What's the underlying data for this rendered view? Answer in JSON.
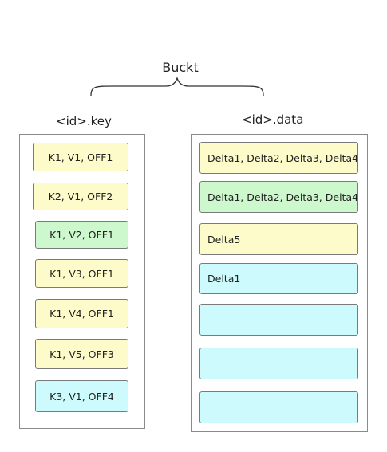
{
  "title": "Buckt",
  "key_panel": {
    "label": "<id>.key",
    "entries": [
      {
        "text": "K1, V1, OFF1",
        "color": "#fdfbc9"
      },
      {
        "text": "K2, V1, OFF2",
        "color": "#fdfbc9"
      },
      {
        "text": "K1, V2, OFF1",
        "color": "#cdf7cd"
      },
      {
        "text": "K1, V3, OFF1",
        "color": "#fdfbc9"
      },
      {
        "text": "K1, V4, OFF1",
        "color": "#fdfbc9"
      },
      {
        "text": "K1, V5, OFF3",
        "color": "#fdfbc9"
      },
      {
        "text": "K3, V1, OFF4",
        "color": "#cdfbfd"
      }
    ]
  },
  "data_panel": {
    "label": "<id>.data",
    "entries": [
      {
        "text": "Delta1, Delta2, Delta3, Delta4",
        "color": "#fdfbc9"
      },
      {
        "text": "Delta1, Delta2, Delta3, Delta4",
        "color": "#cdf7cd"
      },
      {
        "text": "Delta5",
        "color": "#fdfbc9"
      },
      {
        "text": "Delta1",
        "color": "#cdfbfd"
      },
      {
        "text": "",
        "color": "#cdfbfd"
      },
      {
        "text": "",
        "color": "#cdfbfd"
      },
      {
        "text": "",
        "color": "#cdfbfd"
      }
    ]
  }
}
